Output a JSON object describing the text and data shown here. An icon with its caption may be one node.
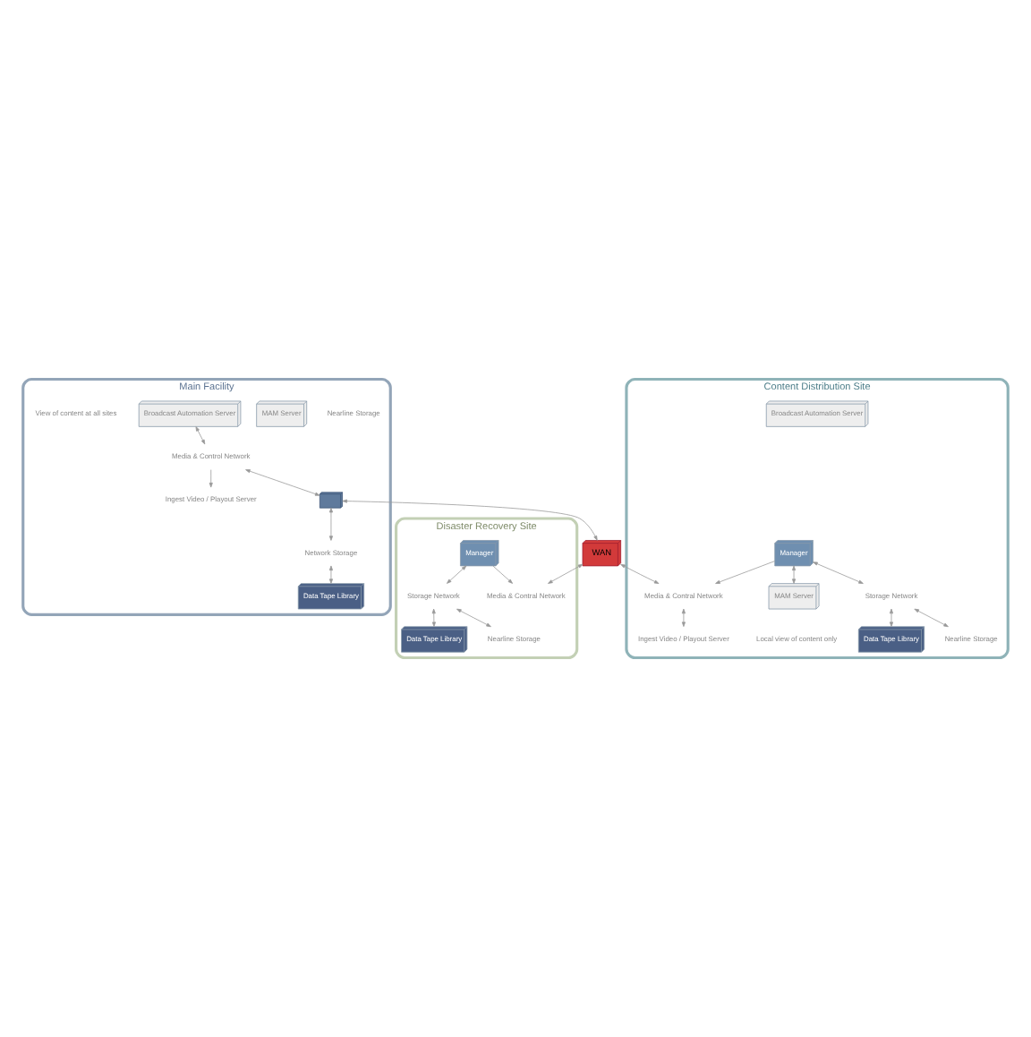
{
  "diagram": {
    "nodes": [
      {
        "text": [
          "Main Facility"
        ]
      },
      {
        "text": [
          "Ingest Video / Playout Server"
        ],
        "in": 0
      },
      {
        "text": [
          "Media & Control Network"
        ],
        "in": 0
      },
      {
        "text": [],
        "shape": "box",
        "in": 0
      },
      {
        "text": [
          "Network Storage"
        ],
        "in": 0
      },
      {
        "text": [
          "Data Tape Library"
        ],
        "in": 0
      },
      {
        "text": [
          "Nearline Storage"
        ],
        "in": 0
      },
      {
        "text": [
          "MAM Server"
        ],
        "in": 0
      },
      {
        "text": [
          "Broadcast Automation Server"
        ],
        "in": 0
      },
      {
        "text": [
          "WAN"
        ]
      },
      {
        "text": [
          "Disaster Recovery Site"
        ]
      },
      {
        "text": [
          "Media & Contral Network"
        ],
        "in": 10
      },
      {
        "text": [
          "Manager"
        ],
        "in": 10
      },
      {
        "text": [
          "Storage Network"
        ],
        "in": 10
      },
      {
        "text": [
          "Data Tape Library"
        ],
        "in": 10
      },
      {
        "text": [
          "Nearline Storage"
        ],
        "in": 10
      },
      {
        "text": [
          "Content Distribution Site"
        ]
      },
      {
        "text": [
          "Media & Contral Network"
        ],
        "in": 16
      },
      {
        "text": [
          "Ingest Video / Playout Server"
        ],
        "beside": [
          "Local view of content only"
        ],
        "in": 16
      },
      {
        "text": [
          "Manager"
        ],
        "in": 16
      },
      {
        "text": [
          "MAM Server"
        ],
        "in": 16
      },
      {
        "text": [
          "Broadcast Automation Server"
        ],
        "in": 16
      },
      {
        "text": [
          "Storage Network"
        ],
        "in": 16
      },
      {
        "text": [
          "Data Tape Library"
        ],
        "in": 16
      },
      {
        "text": [
          "Nearline Storage"
        ],
        "in": 16
      }
    ],
    "edges": [
      {
        "from": 2,
        "to": 1,
        "arrow": "to"
      },
      {
        "from": 8,
        "to": 2,
        "arrow": "both"
      },
      {
        "from": 2,
        "to": 3,
        "arrow": "both"
      },
      {
        "from": 3,
        "to": 4,
        "arrow": "both"
      },
      {
        "from": 4,
        "to": 5,
        "arrow": "both"
      },
      {
        "from": 3,
        "to": 9,
        "arrow": "both"
      },
      {
        "from": 9,
        "to": 11,
        "arrow": "both"
      },
      {
        "from": 12,
        "to": 11,
        "arrow": "to"
      },
      {
        "from": 12,
        "to": 13,
        "arrow": "both"
      },
      {
        "from": 13,
        "to": 14,
        "arrow": "both"
      },
      {
        "from": 13,
        "to": 15,
        "arrow": "both"
      },
      {
        "from": 9,
        "to": 17,
        "arrow": "both"
      },
      {
        "from": 17,
        "to": 18,
        "arrow": "both"
      },
      {
        "from": 19,
        "to": 17,
        "arrow": "to"
      },
      {
        "from": 19,
        "to": 20,
        "arrow": "both"
      },
      {
        "from": 19,
        "to": 22,
        "arrow": "both"
      },
      {
        "from": 22,
        "to": 23,
        "arrow": "both"
      },
      {
        "from": 22,
        "to": 24,
        "arrow": "both"
      }
    ],
    "labels": [
      "View of content at all sites"
    ]
  }
}
